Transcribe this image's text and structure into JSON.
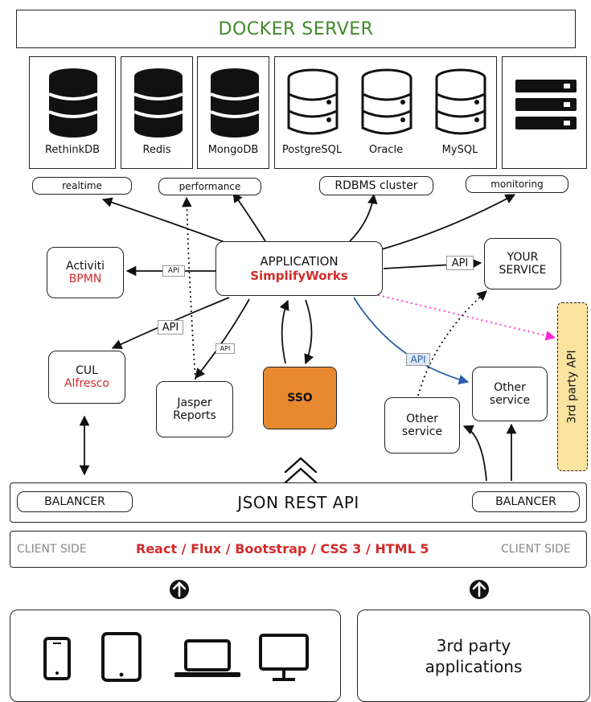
{
  "header": {
    "title": "DOCKER SERVER"
  },
  "databases": [
    {
      "label": "RethinkDB",
      "style": "filled"
    },
    {
      "label": "Redis",
      "style": "filled"
    },
    {
      "label": "MongoDB",
      "style": "filled"
    },
    {
      "label": "PostgreSQL",
      "style": "outline"
    },
    {
      "label": "Oracle",
      "style": "outline"
    },
    {
      "label": "MySQL",
      "style": "outline"
    }
  ],
  "tags": {
    "realtime": "realtime",
    "performance": "performance",
    "rdbms": "RDBMS cluster",
    "monitoring": "monitoring"
  },
  "application": {
    "title": "APPLICATION",
    "subtitle": "SimplifyWorks"
  },
  "activiti": {
    "title": "Activiti",
    "subtitle": "BPMN"
  },
  "your_service": {
    "line1": "YOUR",
    "line2": "SERVICE"
  },
  "cul": {
    "title": "CUL",
    "subtitle": "Alfresco"
  },
  "jasper": {
    "line1": "Jasper",
    "line2": "Reports"
  },
  "sso": {
    "label": "SSO"
  },
  "other_service_left": {
    "line1": "Other",
    "line2": "service"
  },
  "other_service_right": {
    "line1": "Other",
    "line2": "service"
  },
  "third_party_api": {
    "label": "3rd party API"
  },
  "api_labels": {
    "activiti": "API",
    "cul": "API",
    "jasper": "API",
    "your_service": "API",
    "other_service": "API"
  },
  "rest_api": {
    "title": "JSON REST API",
    "balancer_left": "BALANCER",
    "balancer_right": "BALANCER"
  },
  "client_bar": {
    "left": "CLIENT SIDE",
    "stack": "React / Flux / Bootstrap / CSS 3 / HTML 5",
    "right": "CLIENT SIDE"
  },
  "third_party_apps": {
    "line1": "3rd party",
    "line2": "applications"
  },
  "colors": {
    "title_green": "#3f8a2a",
    "accent_red": "#d42a2a",
    "sso_orange": "#e8892f",
    "api_yellow": "#fbe3a0",
    "blue_arrow": "#2a5fa8",
    "magenta": "#ff2ad4"
  },
  "device_icons": [
    "phone-icon",
    "tablet-icon",
    "laptop-icon",
    "monitor-icon"
  ]
}
